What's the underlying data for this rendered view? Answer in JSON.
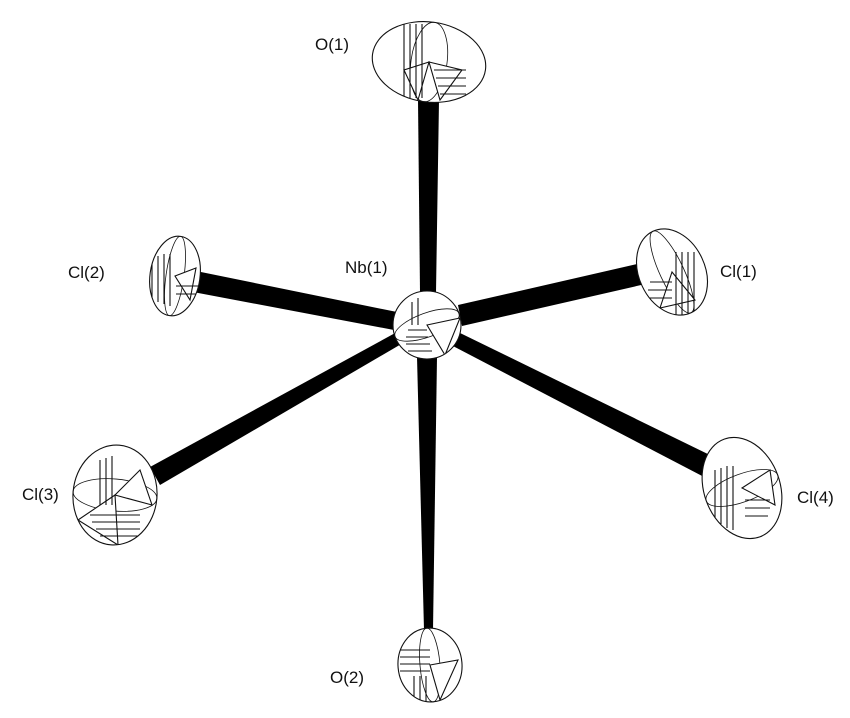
{
  "figure": {
    "atoms": [
      {
        "id": "nb1",
        "label": "Nb(1)"
      },
      {
        "id": "o1",
        "label": "O(1)"
      },
      {
        "id": "o2",
        "label": "O(2)"
      },
      {
        "id": "cl1",
        "label": "Cl(1)"
      },
      {
        "id": "cl2",
        "label": "Cl(2)"
      },
      {
        "id": "cl3",
        "label": "Cl(3)"
      },
      {
        "id": "cl4",
        "label": "Cl(4)"
      }
    ],
    "bonds": [
      [
        "nb1",
        "o1"
      ],
      [
        "nb1",
        "o2"
      ],
      [
        "nb1",
        "cl1"
      ],
      [
        "nb1",
        "cl2"
      ],
      [
        "nb1",
        "cl3"
      ],
      [
        "nb1",
        "cl4"
      ]
    ],
    "colors": {
      "line": "#111111",
      "bond": "#000000",
      "background": "#ffffff"
    }
  }
}
